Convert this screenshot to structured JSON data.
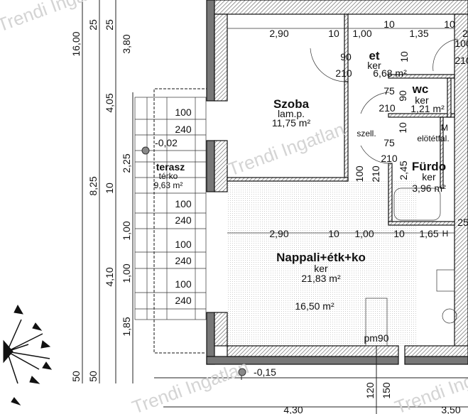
{
  "watermark": "Trendi Ingatlan",
  "vertical_dims": {
    "total": "16,00",
    "d25a": "25",
    "d25b": "25",
    "d380": "3,80",
    "d405": "4,05",
    "d825": "8,25",
    "d10": "10",
    "d225": "2,25",
    "d100a": "1,00",
    "d410": "4,10",
    "d100b": "1,00",
    "d185": "1,85",
    "d50a": "50",
    "d50b": "50"
  },
  "terrace": {
    "name": "terasz",
    "material": "térko",
    "area": "9,63 m²",
    "level": "-0,02",
    "tiles": [
      "100",
      "240",
      "100",
      "240",
      "100",
      "240",
      "100",
      "240"
    ]
  },
  "top_dims": [
    "2,90",
    "10",
    "1,00",
    "10",
    "1,35",
    "10",
    "2"
  ],
  "hall": {
    "name": "et",
    "material": "ker",
    "area": "6,68 m²",
    "door_w": "90",
    "door_h": "210",
    "wall": "10"
  },
  "bedroom": {
    "name": "Szoba",
    "material": "lam.p.",
    "area": "11,75 m²"
  },
  "wc": {
    "name": "wc",
    "material": "ker",
    "area": "1,21 m²",
    "door_w": "75",
    "door_h": "210",
    "dim90": "90"
  },
  "bath": {
    "name": "Fürdo",
    "material": "ker",
    "area": "3,96 m²",
    "door_w": "75",
    "door_h": "210",
    "vent": "szell.",
    "wall10": "10",
    "m": "M",
    "prewall": "elötétfal.",
    "d100": "100",
    "d210": "210",
    "d245": "2,45"
  },
  "right_edge": {
    "d100": "100",
    "d210": "210"
  },
  "mid_dims": [
    "2,90",
    "10",
    "1,00",
    "10",
    "1,65",
    "H",
    "25"
  ],
  "living": {
    "name": "Nappali+étk+ko",
    "material": "ker",
    "area": "21,83 m²",
    "sub_area": "16,50 m²",
    "door": "pm90"
  },
  "outside": {
    "level": "-0,15",
    "d120": "120",
    "d150": "150",
    "d430": "4,30",
    "d350": "3,50"
  }
}
